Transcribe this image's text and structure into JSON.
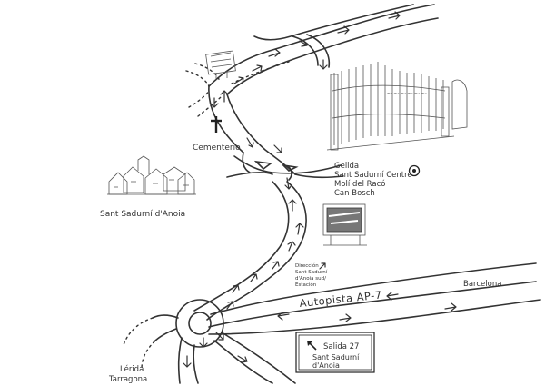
{
  "labels": {
    "cementerio": "Cementerio",
    "town": "Sant Sadurní d'Anoia",
    "destinations": [
      "Gelida",
      "Sant Sadurní Centre",
      "Molí del Racó",
      "Can Bosch"
    ],
    "direction_note": [
      "Dirección",
      "Sant Sadurní",
      "d'Anoia sud/",
      "Estación"
    ],
    "motorway": "Autopista AP-7",
    "barcelona": "Barcelona",
    "lerida": "Lérida",
    "tarragona": "Tarragona"
  },
  "exit_sign": {
    "exit": "Salida 27",
    "line1": "Sant Sadurní",
    "line2": "d'Anoia"
  },
  "colors": {
    "ink": "#333333",
    "paper": "#ffffff"
  },
  "icons": [
    "cross-icon",
    "target-icon",
    "arrow-up-left-icon"
  ]
}
